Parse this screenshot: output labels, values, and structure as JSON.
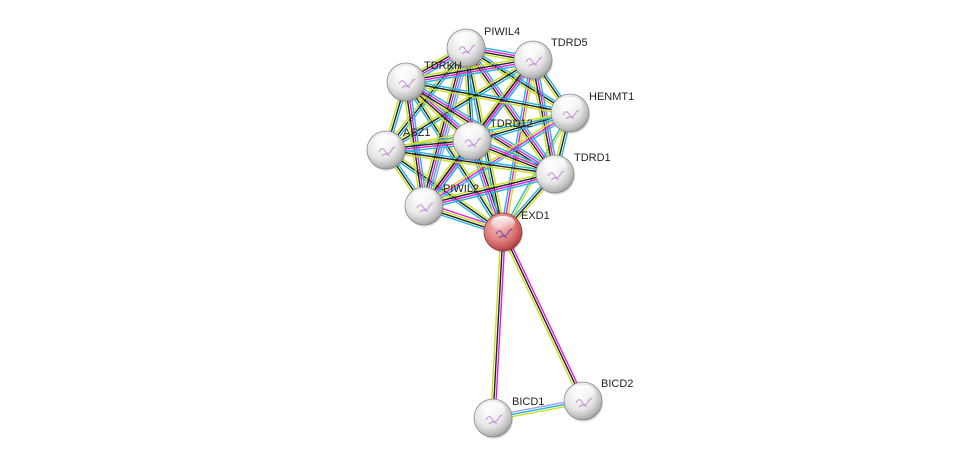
{
  "network": {
    "query_protein": "EXD1",
    "evidence_colors": {
      "text_mining": "#c8e01e",
      "coexpression": "#222222",
      "experiments": "#e31ce3",
      "databases": "#22b4e0",
      "homology": "#9e9ef2"
    },
    "nodes": [
      {
        "id": "PIWIL4",
        "label": "PIWIL4",
        "query": false
      },
      {
        "id": "TDRD5",
        "label": "TDRD5",
        "query": false
      },
      {
        "id": "TDRKH",
        "label": "TDRKH",
        "query": false
      },
      {
        "id": "HENMT1",
        "label": "HENMT1",
        "query": false
      },
      {
        "id": "TDRD12",
        "label": "TDRD12",
        "query": false
      },
      {
        "id": "ASZ1",
        "label": "ASZ1",
        "query": false
      },
      {
        "id": "TDRD1",
        "label": "TDRD1",
        "query": false
      },
      {
        "id": "PIWIL2",
        "label": "PIWIL2",
        "query": false
      },
      {
        "id": "EXD1",
        "label": "EXD1",
        "query": true
      },
      {
        "id": "BICD1",
        "label": "BICD1",
        "query": false
      },
      {
        "id": "BICD2",
        "label": "BICD2",
        "query": false
      }
    ],
    "edges": [
      {
        "a": "EXD1",
        "b": "BICD1",
        "evidence": [
          "experiments",
          "coexpression",
          "text_mining"
        ]
      },
      {
        "a": "EXD1",
        "b": "BICD2",
        "evidence": [
          "experiments",
          "coexpression",
          "text_mining"
        ]
      },
      {
        "a": "BICD1",
        "b": "BICD2",
        "evidence": [
          "homology",
          "databases",
          "text_mining"
        ]
      },
      {
        "a": "EXD1",
        "b": "PIWIL2",
        "evidence": [
          "databases",
          "coexpression",
          "text_mining",
          "experiments"
        ]
      },
      {
        "a": "EXD1",
        "b": "TDRD1",
        "evidence": [
          "databases",
          "coexpression",
          "text_mining"
        ]
      },
      {
        "a": "EXD1",
        "b": "TDRD12",
        "evidence": [
          "databases",
          "experiments",
          "coexpression",
          "text_mining"
        ]
      },
      {
        "a": "EXD1",
        "b": "ASZ1",
        "evidence": [
          "databases",
          "coexpression",
          "text_mining"
        ]
      },
      {
        "a": "EXD1",
        "b": "PIWIL4",
        "evidence": [
          "databases",
          "coexpression",
          "text_mining"
        ]
      },
      {
        "a": "EXD1",
        "b": "TDRD5",
        "evidence": [
          "databases",
          "experiments",
          "text_mining"
        ]
      },
      {
        "a": "EXD1",
        "b": "TDRKH",
        "evidence": [
          "databases",
          "coexpression",
          "text_mining"
        ]
      },
      {
        "a": "EXD1",
        "b": "HENMT1",
        "evidence": [
          "databases",
          "text_mining"
        ]
      },
      {
        "a": "PIWIL4",
        "b": "TDRD5",
        "evidence": [
          "databases",
          "experiments",
          "coexpression",
          "text_mining"
        ]
      },
      {
        "a": "PIWIL4",
        "b": "TDRKH",
        "evidence": [
          "databases",
          "experiments",
          "coexpression",
          "text_mining"
        ]
      },
      {
        "a": "PIWIL4",
        "b": "HENMT1",
        "evidence": [
          "databases",
          "coexpression",
          "text_mining"
        ]
      },
      {
        "a": "PIWIL4",
        "b": "TDRD12",
        "evidence": [
          "databases",
          "coexpression",
          "text_mining"
        ]
      },
      {
        "a": "PIWIL4",
        "b": "ASZ1",
        "evidence": [
          "databases",
          "coexpression",
          "text_mining"
        ]
      },
      {
        "a": "PIWIL4",
        "b": "TDRD1",
        "evidence": [
          "databases",
          "experiments",
          "coexpression",
          "text_mining"
        ]
      },
      {
        "a": "PIWIL4",
        "b": "PIWIL2",
        "evidence": [
          "homology",
          "databases",
          "experiments",
          "coexpression",
          "text_mining"
        ]
      },
      {
        "a": "TDRD5",
        "b": "TDRKH",
        "evidence": [
          "databases",
          "experiments",
          "coexpression",
          "text_mining"
        ]
      },
      {
        "a": "TDRD5",
        "b": "HENMT1",
        "evidence": [
          "databases",
          "coexpression",
          "text_mining"
        ]
      },
      {
        "a": "TDRD5",
        "b": "TDRD12",
        "evidence": [
          "databases",
          "experiments",
          "coexpression",
          "text_mining"
        ]
      },
      {
        "a": "TDRD5",
        "b": "ASZ1",
        "evidence": [
          "databases",
          "coexpression",
          "text_mining"
        ]
      },
      {
        "a": "TDRD5",
        "b": "TDRD1",
        "evidence": [
          "databases",
          "experiments",
          "coexpression",
          "text_mining"
        ]
      },
      {
        "a": "TDRD5",
        "b": "PIWIL2",
        "evidence": [
          "databases",
          "experiments",
          "coexpression",
          "text_mining"
        ]
      },
      {
        "a": "TDRKH",
        "b": "HENMT1",
        "evidence": [
          "databases",
          "coexpression",
          "text_mining"
        ]
      },
      {
        "a": "TDRKH",
        "b": "TDRD12",
        "evidence": [
          "databases",
          "experiments",
          "coexpression",
          "text_mining"
        ]
      },
      {
        "a": "TDRKH",
        "b": "ASZ1",
        "evidence": [
          "databases",
          "coexpression",
          "text_mining"
        ]
      },
      {
        "a": "TDRKH",
        "b": "TDRD1",
        "evidence": [
          "databases",
          "experiments",
          "coexpression",
          "text_mining"
        ]
      },
      {
        "a": "TDRKH",
        "b": "PIWIL2",
        "evidence": [
          "databases",
          "experiments",
          "coexpression",
          "text_mining"
        ]
      },
      {
        "a": "HENMT1",
        "b": "TDRD12",
        "evidence": [
          "databases",
          "coexpression",
          "text_mining"
        ]
      },
      {
        "a": "HENMT1",
        "b": "ASZ1",
        "evidence": [
          "databases",
          "text_mining"
        ]
      },
      {
        "a": "HENMT1",
        "b": "TDRD1",
        "evidence": [
          "databases",
          "coexpression",
          "text_mining"
        ]
      },
      {
        "a": "HENMT1",
        "b": "PIWIL2",
        "evidence": [
          "databases",
          "experiments",
          "text_mining"
        ]
      },
      {
        "a": "TDRD12",
        "b": "ASZ1",
        "evidence": [
          "databases",
          "experiments",
          "coexpression",
          "text_mining"
        ]
      },
      {
        "a": "TDRD12",
        "b": "TDRD1",
        "evidence": [
          "databases",
          "experiments",
          "coexpression",
          "text_mining"
        ]
      },
      {
        "a": "TDRD12",
        "b": "PIWIL2",
        "evidence": [
          "databases",
          "experiments",
          "coexpression",
          "text_mining"
        ]
      },
      {
        "a": "ASZ1",
        "b": "TDRD1",
        "evidence": [
          "databases",
          "coexpression",
          "text_mining"
        ]
      },
      {
        "a": "ASZ1",
        "b": "PIWIL2",
        "evidence": [
          "databases",
          "coexpression",
          "text_mining"
        ]
      },
      {
        "a": "TDRD1",
        "b": "PIWIL2",
        "evidence": [
          "databases",
          "experiments",
          "coexpression",
          "text_mining"
        ]
      }
    ]
  }
}
